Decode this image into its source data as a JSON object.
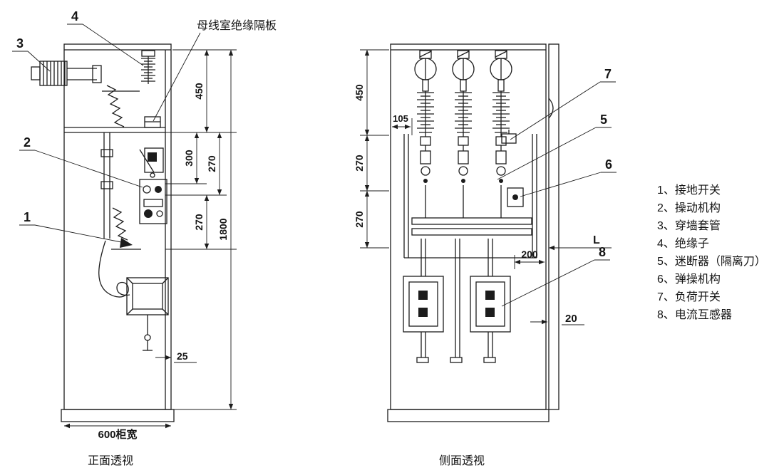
{
  "figure": {
    "front_caption": "正面透视",
    "side_caption": "侧面透视",
    "busbar_partition_label": "母线室绝缘隔板"
  },
  "callouts": {
    "c1": "1",
    "c2": "2",
    "c3": "3",
    "c4": "4",
    "c5": "5",
    "c6": "6",
    "c7": "7",
    "c8": "8"
  },
  "front_dimensions": {
    "d450": "450",
    "d300": "300",
    "d270_top": "270",
    "d270_bottom": "270",
    "d1800": "1800",
    "d25": "25",
    "width": "600柜宽"
  },
  "side_dimensions": {
    "d450": "450",
    "d105": "105",
    "d270_top": "270",
    "d270_bottom": "270",
    "d200": "200",
    "d20": "20",
    "depth": "L"
  },
  "legend": {
    "items": [
      "1、接地开关",
      "2、操动机构",
      "3、穿墙套管",
      "4、绝缘子",
      "5、迷断器（隔离刀）",
      "6、弹操机构",
      "7、负荷开关",
      "8、电流互感器"
    ]
  },
  "colors": {
    "ink": "#1c1c1c",
    "paper": "#ffffff"
  }
}
